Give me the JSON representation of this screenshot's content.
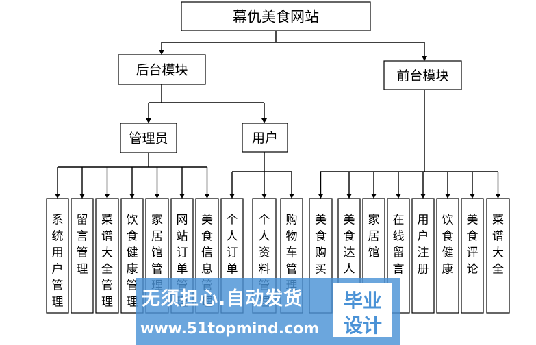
{
  "root": "幕仇美食网站",
  "backend": {
    "label": "后台模块",
    "admin": {
      "label": "管理员",
      "children": [
        "系统用户管理",
        "留言管理",
        "菜谱大全管理",
        "饮食健康管理",
        "家居馆管理",
        "网站订单管理",
        "美食信息管理"
      ]
    },
    "user": {
      "label": "用户",
      "children": [
        "个人订单",
        "个人资料管理",
        "购物车管理"
      ]
    }
  },
  "frontend": {
    "label": "前台模块",
    "children": [
      "美食购买",
      "美食达人",
      "家居馆",
      "在线留言",
      "用户注册",
      "饮食健康",
      "美食评论",
      "菜谱大全"
    ]
  },
  "watermark": {
    "slogan": "无须担心.自动发货",
    "url": "www.51topmind.com",
    "badge_line1": "毕业",
    "badge_line2": "设计"
  }
}
